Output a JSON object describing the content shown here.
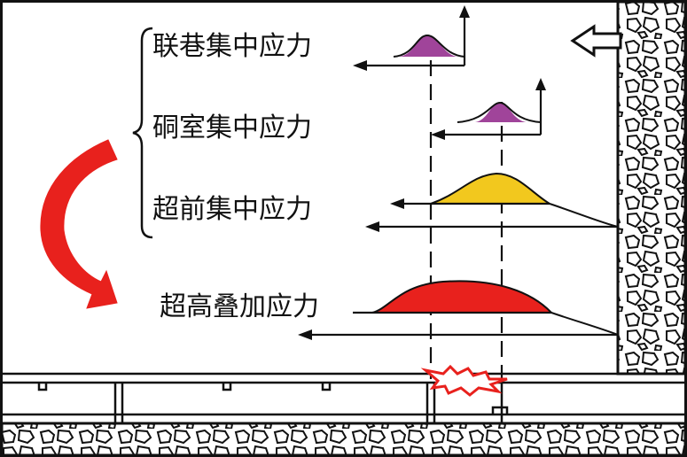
{
  "labels": {
    "lianxiang": "联巷集中应力",
    "dongshi": "硐室集中应力",
    "chaoqian": "超前集中应力",
    "diejia": "超高叠加应力"
  },
  "colors": {
    "lianxiang_fill": "#a0449a",
    "dongshi_fill": "#a0449a",
    "chaoqian_fill": "#f2c81e",
    "diejia_fill": "#e8211d",
    "flow_arrow": "#e8211d",
    "burst": "#e8211d",
    "line": "#111111"
  },
  "icons": {
    "pushing_arrow": "hollow-left-arrow-icon",
    "rock_texture": "rock-pebble-texture",
    "burst": "red-burst-icon"
  }
}
